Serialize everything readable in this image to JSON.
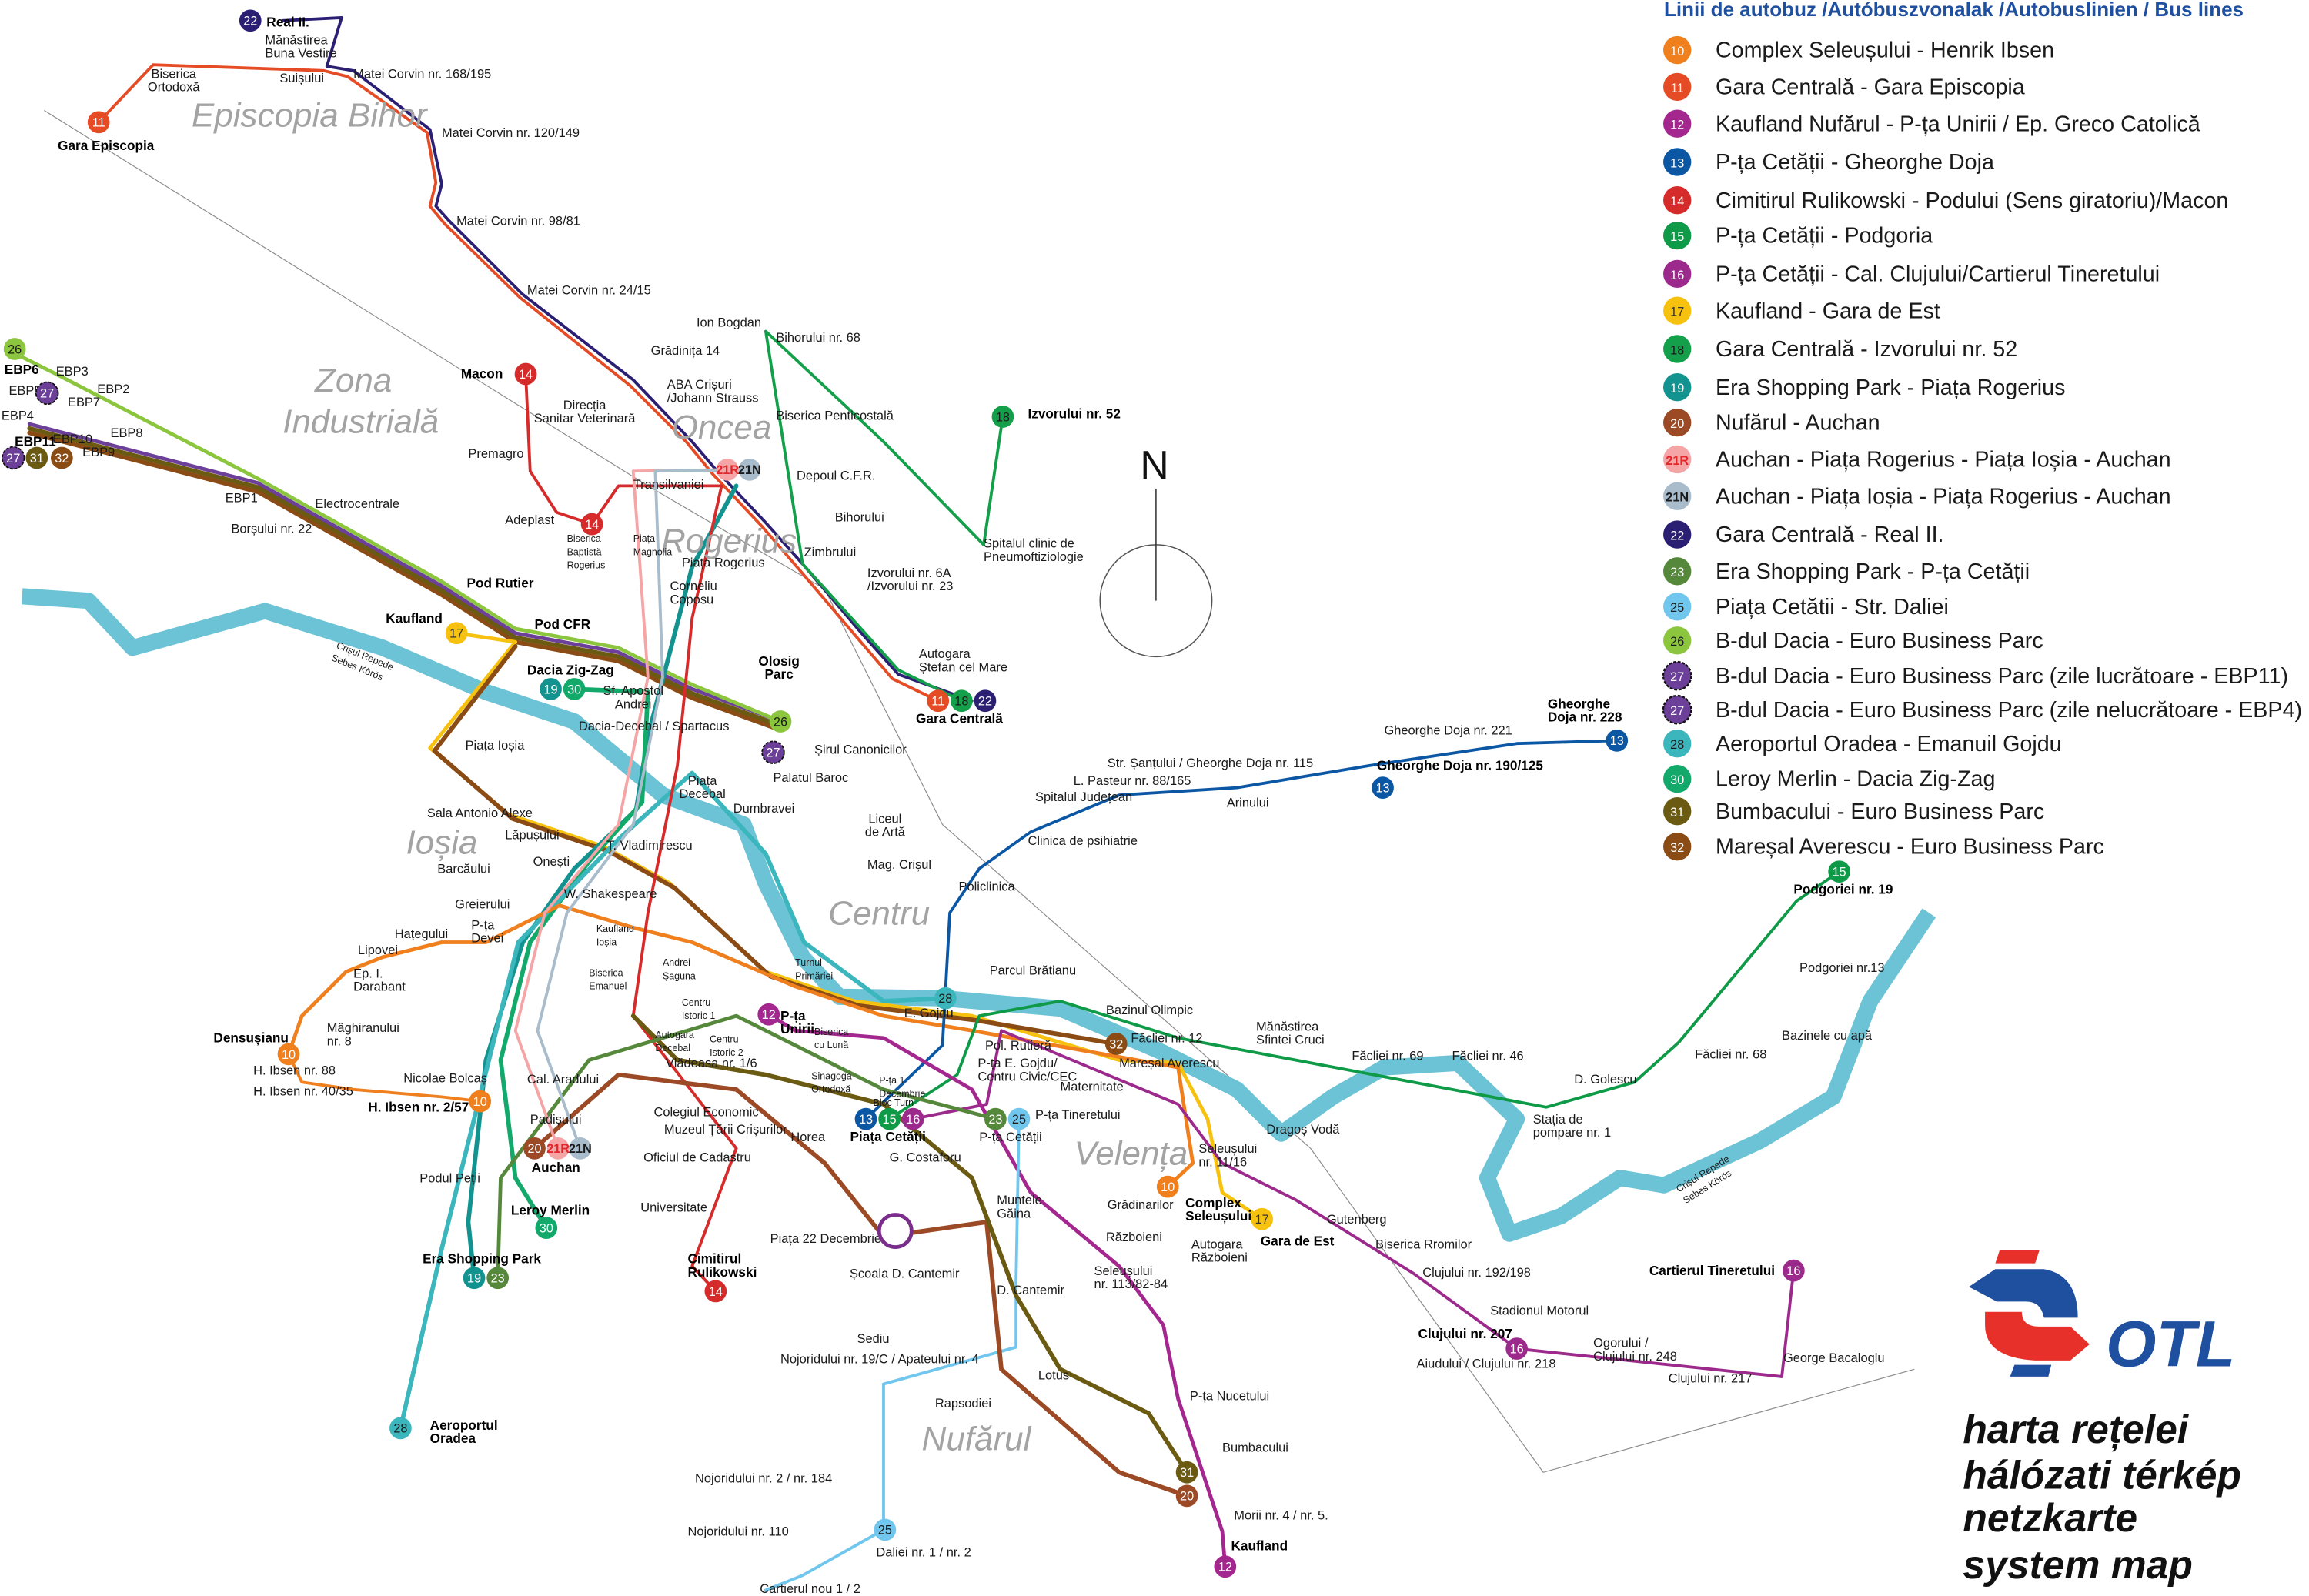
{
  "legend": {
    "title": "Linii de autobuz /Autóbuszvonalak /Autobuslinien / Bus lines",
    "lines": [
      {
        "id": "10",
        "label": "Complex Seleușului - Henrik Ibsen",
        "color": "#f07f1e",
        "text_color": "#ffffff"
      },
      {
        "id": "11",
        "label": "Gara Centrală - Gara Episcopia",
        "color": "#e54b25",
        "text_color": "#ffffff"
      },
      {
        "id": "12",
        "label": "Kaufland Nufărul - P-ța Unirii / Ep. Greco Catolică",
        "color": "#a3278f",
        "text_color": "#ffffff"
      },
      {
        "id": "13",
        "label": "P-ța Cetății - Gheorghe Doja",
        "color": "#0c57a4",
        "text_color": "#ffffff"
      },
      {
        "id": "14",
        "label": "Cimitirul Rulikowski - Podului (Sens giratoriu)/Macon",
        "color": "#d52b2b",
        "text_color": "#ffffff"
      },
      {
        "id": "15",
        "label": "P-ța Cetății - Podgoria",
        "color": "#0f9a48",
        "text_color": "#ffffff"
      },
      {
        "id": "16",
        "label": "P-ța Cetății - Cal. Clujului/Cartierul Tineretului",
        "color": "#9c2a8c",
        "text_color": "#ffffff"
      },
      {
        "id": "17",
        "label": "Kaufland - Gara de Est",
        "color": "#f6c20f",
        "text_color": "#333333"
      },
      {
        "id": "18",
        "label": "Gara Centrală - Izvorului nr. 52",
        "color": "#14a04a",
        "text_color": "#1a1a1a"
      },
      {
        "id": "19",
        "label": "Era Shopping Park - Piața Rogerius",
        "color": "#139390",
        "text_color": "#ffffff"
      },
      {
        "id": "20",
        "label": "Nufărul - Auchan",
        "color": "#9b4a25",
        "text_color": "#ffffff"
      },
      {
        "id": "21R",
        "label": "Auchan - Piața Rogerius - Piața Ioșia - Auchan",
        "color": "#f5a5a5",
        "text_color": "#e3262a"
      },
      {
        "id": "21N",
        "label": "Auchan - Piața Ioșia - Piața Rogerius - Auchan",
        "color": "#a8bccc",
        "text_color": "#1a1a1a"
      },
      {
        "id": "22",
        "label": "Gara Centrală - Real II.",
        "color": "#2b1f73",
        "text_color": "#ffffff"
      },
      {
        "id": "23",
        "label": "Era Shopping Park - P-ța Cetății",
        "color": "#55883a",
        "text_color": "#ffffff"
      },
      {
        "id": "25",
        "label": "Piața Cetătii - Str. Daliei",
        "color": "#71c6ee",
        "text_color": "#1a1a1a"
      },
      {
        "id": "26",
        "label": "B-dul Dacia - Euro Business Parc",
        "color": "#8cc63f",
        "text_color": "#1a1a1a"
      },
      {
        "id": "27",
        "label": "B-dul Dacia - Euro Business Parc (zile lucrătoare - EBP11)",
        "color": "#6c3f98",
        "text_color": "#ffffff"
      },
      {
        "id": "27",
        "label": "B-dul Dacia - Euro Business Parc (zile nelucrătoare - EBP4)",
        "color": "#6c3f98",
        "text_color": "#ffffff"
      },
      {
        "id": "28",
        "label": "Aeroportul Oradea - Emanuil Gojdu",
        "color": "#3bb6bd",
        "text_color": "#1a1a1a"
      },
      {
        "id": "30",
        "label": "Leroy Merlin - Dacia Zig-Zag",
        "color": "#12a96a",
        "text_color": "#ffffff"
      },
      {
        "id": "31",
        "label": "Bumbacului - Euro Business Parc",
        "color": "#6b5a12",
        "text_color": "#ffffff"
      },
      {
        "id": "32",
        "label": "Mareșal Averescu - Euro Business Parc",
        "color": "#8a4b14",
        "text_color": "#ffffff"
      }
    ]
  },
  "colors": {
    "river": "#6cc3d5",
    "legend_title": "#1f4f9f",
    "otl_blue": "#1f4f9f",
    "otl_red": "#e8302a",
    "district": "#a3a3a3"
  },
  "districts": [
    "Episcopia Bihor",
    "Zona",
    "Industrială",
    "Oncea",
    "Rogerius",
    "Ioșia",
    "Centru",
    "Velența",
    "Nufărul"
  ],
  "compass": "N",
  "stops": [
    "Real II.",
    [
      "Mănăstirea",
      "Buna Vestire"
    ],
    [
      "Biserica",
      "Ortodoxă"
    ],
    "Suișului",
    "Matei Corvin nr. 168/195",
    "Gara Episcopia",
    "Matei Corvin nr. 120/149",
    "Matei Corvin nr. 98/81",
    "Matei Corvin nr. 24/15",
    "Ion Bogdan",
    "Bihorului nr. 68",
    "Grădinița 14",
    "Macon",
    [
      "ABA Crișuri",
      "/Johann Strauss"
    ],
    [
      "Direcția",
      "Sanitar Veterinară"
    ],
    "Biserica Penticostală",
    "Izvorului nr. 52",
    "Premagro",
    "Depoul C.F.R.",
    "Transilvaniei",
    "Adeplast",
    [
      "Biserica",
      "Baptistă",
      "Rogerius"
    ],
    "Bihorului",
    [
      "Piața",
      "Magnolia"
    ],
    "Piața Rogerius",
    "Zimbrului",
    [
      "Spitalul clinic de",
      "Pneumoftiziologie"
    ],
    [
      "Izvorului nr. 6A",
      "/Izvorului nr. 23"
    ],
    [
      "Corneliu",
      "Coposu"
    ],
    "Pod Rutier",
    "Kaufland",
    "Pod CFR",
    [
      "Autogara",
      "Ștefan cel Mare"
    ],
    [
      "Olosig",
      "Parc"
    ],
    "Dacia Zig-Zag",
    [
      "Sf. Apostol",
      "Andrei"
    ],
    "Gara Centrală",
    "Dacia-Decebal / Spartacus",
    "Piața Ioșia",
    "Șirul Canonicilor",
    "Palatul Baroc",
    [
      "Piața",
      "Decebal"
    ],
    "Dumbravei",
    [
      "Liceul",
      "de Artă"
    ],
    "Sala Antonio Alexe",
    "Lăpușului",
    "T. Vladimirescu",
    "Onești",
    "Barcăului",
    "Mag. Crișul",
    "Greierului",
    "W. Shakespeare",
    "Policlinica",
    "Hațegului",
    [
      "P-ța",
      "Devei"
    ],
    "Lipovei",
    [
      "Kaufland",
      "Ioșia"
    ],
    [
      "Andrei",
      "Șaguna"
    ],
    [
      "Ep. I.",
      "Darabant"
    ],
    [
      "Biserica",
      "Emanuel"
    ],
    [
      "Turnul",
      "Primăriei"
    ],
    "Parcul Brătianu",
    [
      "Mâghiranului",
      "nr. 8"
    ],
    "Densușianu",
    [
      "Centru",
      "Istoric 1"
    ],
    [
      "P-ța",
      "Unirii"
    ],
    [
      "Biserica",
      "cu Lună"
    ],
    "E. Gojdu",
    "Bazinul Olimpic",
    [
      "Mănăstirea",
      "Sfintei Cruci"
    ],
    [
      "Autogara",
      "Decebal"
    ],
    [
      "Centru",
      "Istoric 2"
    ],
    "Pol. Rutieră",
    "Făcliei nr. 12",
    [
      "P-ța E. Gojdu/",
      "Centru Civic/CEC"
    ],
    "Mareșal Averescu",
    "Făcliei nr. 69",
    "Făcliei nr. 46",
    "Făcliei nr. 68",
    "Bazinele cu apă",
    "H. Ibsen nr. 88",
    "Vlădeasa nr. 1/6",
    "Nicolae Bolcaș",
    [
      "Sinagoga",
      "Ortodoxă"
    ],
    "Cal. Aradului",
    "Maternitate",
    "D. Golescu",
    "H. Ibsen nr. 40/35",
    [
      "P-ța 1",
      "Decembrie"
    ],
    "Bloc Turn",
    "H. Ibsen nr. 2/57",
    "Colegiul Economic",
    [
      "Stația de",
      "pompare nr. 1"
    ],
    "Padișului",
    "P-ța Tineretului",
    "Piața Cetății",
    "P-ța Cetății",
    "Muzeul Țării Crișurilor",
    "Horea",
    "Auchan",
    "Dragoș Vodă",
    [
      "Seleușului",
      "nr. 11/16"
    ],
    "Oficiul de Cadastru",
    "G. Costaforu",
    "Podul Peții",
    "Grădinarilor",
    [
      "Muntele",
      "Găina"
    ],
    [
      "Complex",
      "Seleușului"
    ],
    "Universitate",
    "Leroy Merlin",
    "Gutenberg",
    "Războieni",
    "Piața 22 Decembrie",
    "Gara de Est",
    [
      "Autogara",
      "Războieni"
    ],
    "Biserica Rromilor",
    "Era Shopping Park",
    [
      "Cimitirul",
      "Rulikowski"
    ],
    [
      "Seleușului",
      "nr. 113/82-84"
    ],
    "Școala D. Cantemir",
    "Clujului nr. 192/198",
    "Cartierul Tineretului",
    "D. Cantemir",
    "Stadionul Motorul",
    "Sediu",
    "Clujului nr. 207",
    [
      "Ogorului /",
      "Clujului nr. 248"
    ],
    "Nojoridului nr. 19/C / Apateului nr. 4",
    "Aiudului / Clujului nr. 218",
    "George Bacaloglu",
    "Lotus",
    "Clujului nr. 217",
    "Rapsodiei",
    "P-ța Nucetului",
    [
      "Aeroportul",
      "Oradea"
    ],
    "Bumbacului",
    "Nojoridului nr. 2 / nr. 184",
    "Morii nr. 4 / nr. 5.",
    "Nojoridului nr. 110",
    "Daliei nr. 1 / nr. 2",
    "Kaufland",
    "Cartierul nou 1 / 2",
    [
      "Gheorghe",
      "Doja nr. 228"
    ],
    "Gheorghe Doja nr. 221",
    "Str. Șanțului / Gheorghe Doja nr. 115",
    "Gheorghe Doja nr. 190/125",
    "L. Pasteur nr. 88/165",
    "Spitalul Județean",
    "Arinului",
    "Clinica de psihiatrie",
    "Podgoriei nr. 19",
    "Podgoriei nr.13",
    "EBP6",
    "EBP3",
    "EBP2",
    "EBP5",
    "EBP7",
    "EBP4",
    "EBP8",
    "EBP11",
    "EBP10",
    "EBP9",
    "EBP1",
    "Electrocentrale",
    "Borșului nr. 22",
    [
      "Crișul Repede",
      "Sebes Körös"
    ],
    [
      "Crișul Repede",
      "Sebes Körös"
    ]
  ],
  "logo": {
    "brand": "OTL",
    "slogan": [
      "harta rețelei",
      "hálózati térkép",
      "netzkarte",
      "system map"
    ]
  }
}
